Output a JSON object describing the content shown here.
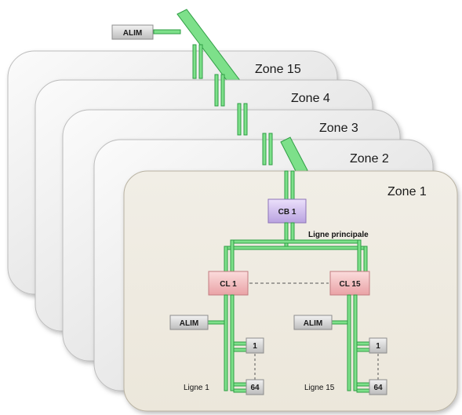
{
  "zones": [
    {
      "label": "Zone 15"
    },
    {
      "label": "Zone 4"
    },
    {
      "label": "Zone 3"
    },
    {
      "label": "Zone 2"
    },
    {
      "label": "Zone 1"
    }
  ],
  "top_alim": "ALIM",
  "cb1": "CB 1",
  "ligne_principale": "Ligne principale",
  "cl_left": "CL 1",
  "cl_right": "CL 15",
  "alim_left": "ALIM",
  "alim_right": "ALIM",
  "left_box_top": "1",
  "left_box_bottom": "64",
  "right_box_top": "1",
  "right_box_bottom": "64",
  "ligne_1": "Ligne 1",
  "ligne_15": "Ligne 15",
  "colors": {
    "zone_back": "#e4e4e4",
    "zone_front": "#efebe1",
    "line_green": "#7de08a",
    "cb_fill": "#d7c4f2",
    "cl_fill": "#f6c0c2",
    "grey_box": "#d9d9d9"
  }
}
